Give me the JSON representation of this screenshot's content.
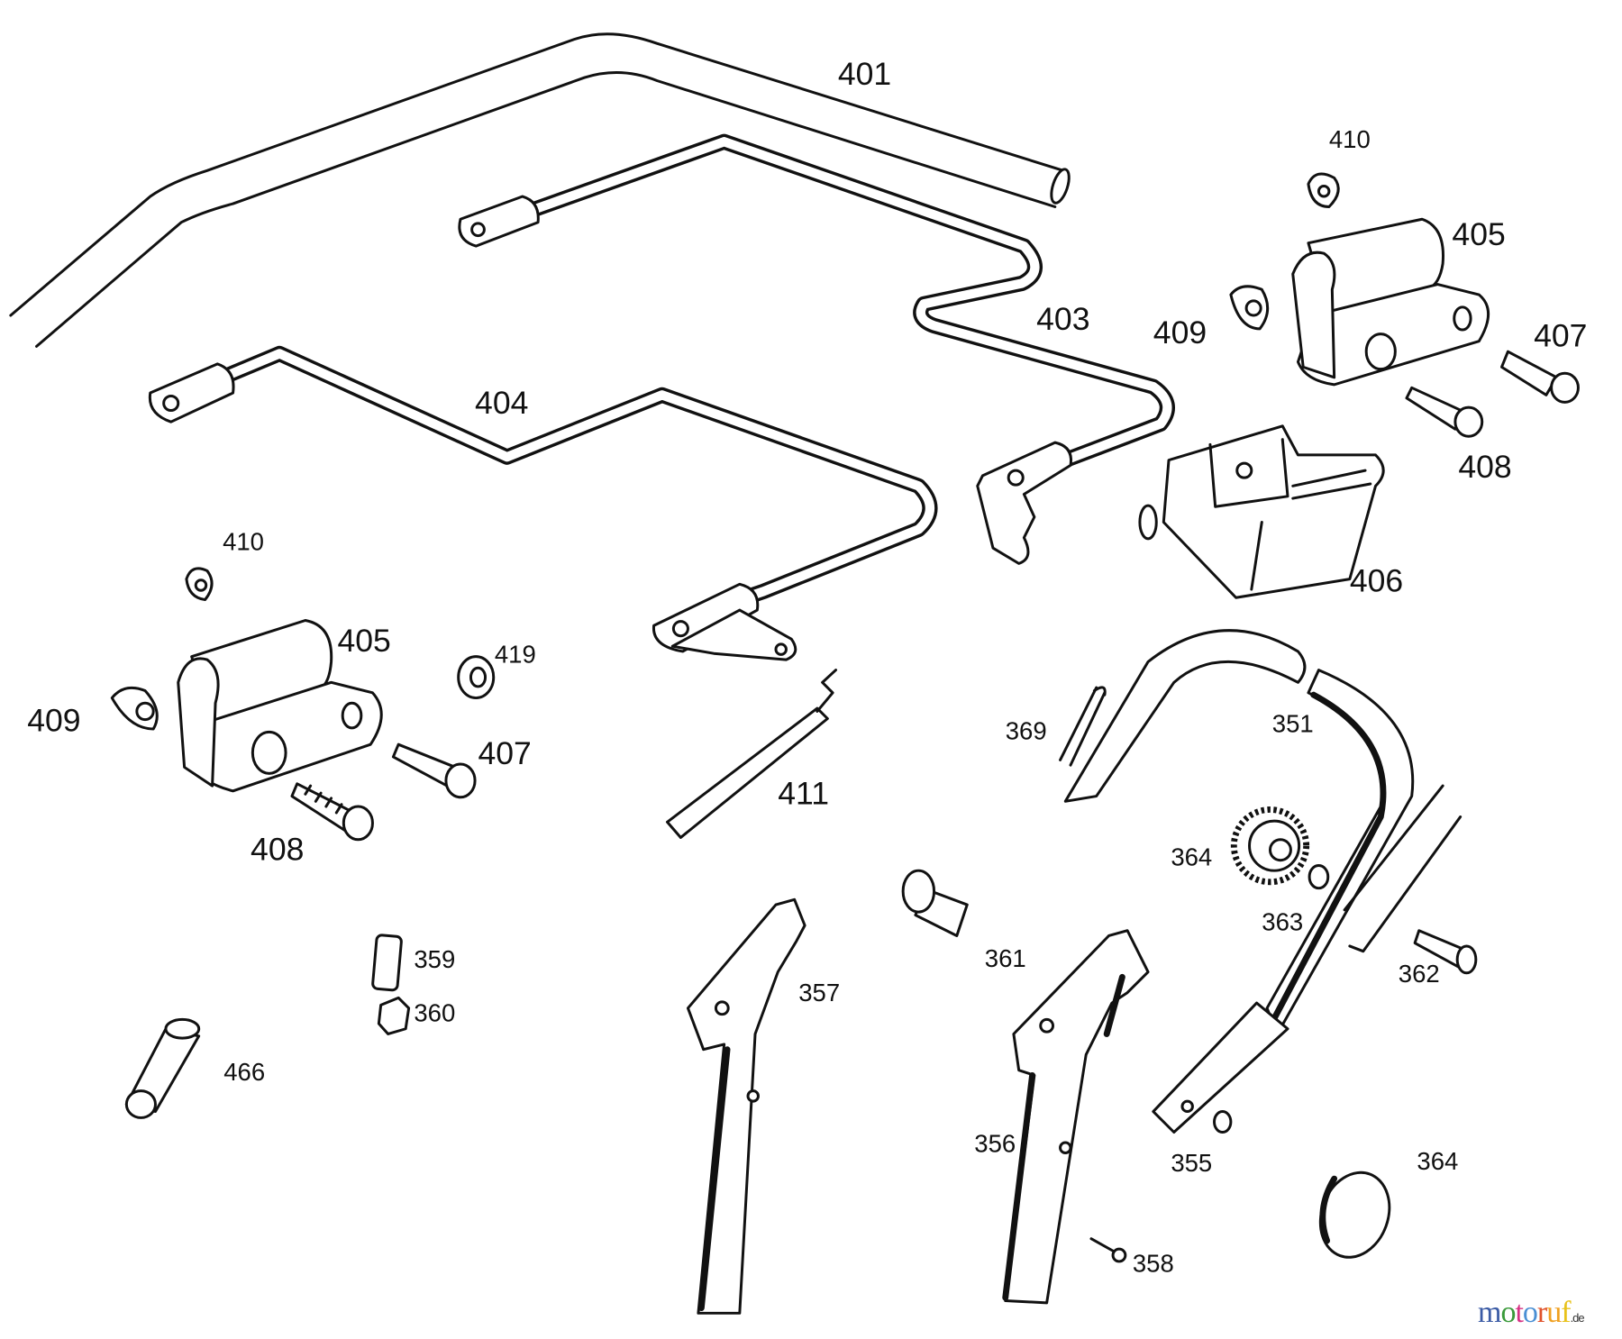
{
  "diagram": {
    "part_labels": {
      "p401": "401",
      "p403": "403",
      "p404": "404",
      "p405_right": "405",
      "p405_left": "405",
      "p406": "406",
      "p407_right": "407",
      "p407_left": "407",
      "p408_right": "408",
      "p408_left": "408",
      "p409_right": "409",
      "p409_left": "409",
      "p410_right": "410",
      "p410_left": "410",
      "p411": "411",
      "p419": "419",
      "p351": "351",
      "p355": "355",
      "p356": "356",
      "p357": "357",
      "p358": "358",
      "p359": "359",
      "p360": "360",
      "p361": "361",
      "p362": "362",
      "p363": "363",
      "p364_gear": "364",
      "p364_knob": "364",
      "p369": "369",
      "p466": "466"
    }
  },
  "watermark": {
    "letters": [
      "m",
      "o",
      "t",
      "o",
      "r",
      "u",
      "f"
    ],
    "suffix": ".de",
    "colors": [
      "#3b5ba5",
      "#3a9a3a",
      "#d63384",
      "#4a8fd4",
      "#e0522b",
      "#f0a020",
      "#e8c21a"
    ]
  }
}
